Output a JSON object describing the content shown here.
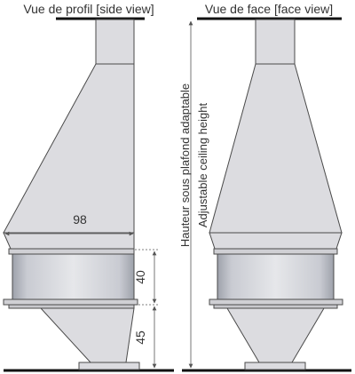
{
  "side_view": {
    "title": "Vue de profil [side view]",
    "dim_width": "98",
    "dim_glass_height": "40",
    "dim_base_height": "45"
  },
  "face_view": {
    "title": "Vue de face [face view]",
    "ceiling_label_fr": "Hauteur sous plafond adaptable",
    "ceiling_label_en": "Adjustable ceiling height"
  },
  "colors": {
    "body": "#dcdce0",
    "outline": "#4a4a4a",
    "glass": "#c3c5cc",
    "ground": "#111111",
    "dimension": "#555555"
  }
}
